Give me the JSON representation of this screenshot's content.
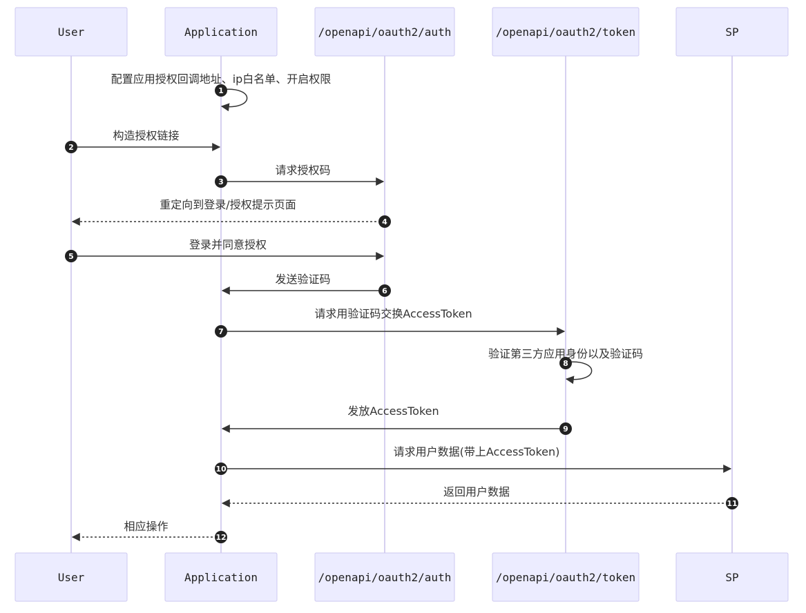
{
  "participants": [
    {
      "id": "user",
      "label": "User"
    },
    {
      "id": "app",
      "label": "Application"
    },
    {
      "id": "auth",
      "label": "/openapi/oauth2/auth"
    },
    {
      "id": "token",
      "label": "/openapi/oauth2/token"
    },
    {
      "id": "sp",
      "label": "SP"
    }
  ],
  "messages": [
    {
      "seq": "1",
      "from": "app",
      "to": "app",
      "label": "配置应用授权回调地址、ip白名单、开启权限",
      "style": "solid"
    },
    {
      "seq": "2",
      "from": "user",
      "to": "app",
      "label": "构造授权链接",
      "style": "solid"
    },
    {
      "seq": "3",
      "from": "app",
      "to": "auth",
      "label": "请求授权码",
      "style": "solid"
    },
    {
      "seq": "4",
      "from": "auth",
      "to": "user",
      "label": "重定向到登录/授权提示页面",
      "style": "dashed"
    },
    {
      "seq": "5",
      "from": "user",
      "to": "auth",
      "label": "登录并同意授权",
      "style": "solid"
    },
    {
      "seq": "6",
      "from": "auth",
      "to": "app",
      "label": "发送验证码",
      "style": "solid"
    },
    {
      "seq": "7",
      "from": "app",
      "to": "token",
      "label": "请求用验证码交换AccessToken",
      "style": "solid"
    },
    {
      "seq": "8",
      "from": "token",
      "to": "token",
      "label": "验证第三方应用身份以及验证码",
      "style": "solid"
    },
    {
      "seq": "9",
      "from": "token",
      "to": "app",
      "label": "发放AccessToken",
      "style": "solid"
    },
    {
      "seq": "10",
      "from": "app",
      "to": "sp",
      "label": "请求用户数据(带上AccessToken)",
      "style": "solid"
    },
    {
      "seq": "11",
      "from": "sp",
      "to": "app",
      "label": "返回用户数据",
      "style": "dashed"
    },
    {
      "seq": "12",
      "from": "app",
      "to": "user",
      "label": "相应操作",
      "style": "dashed"
    }
  ],
  "colors": {
    "actor_fill": "#ECECFF",
    "actor_border": "#CDC8F0",
    "lifeline": "#D6D0F0",
    "line": "#333333",
    "badge": "#222222"
  }
}
